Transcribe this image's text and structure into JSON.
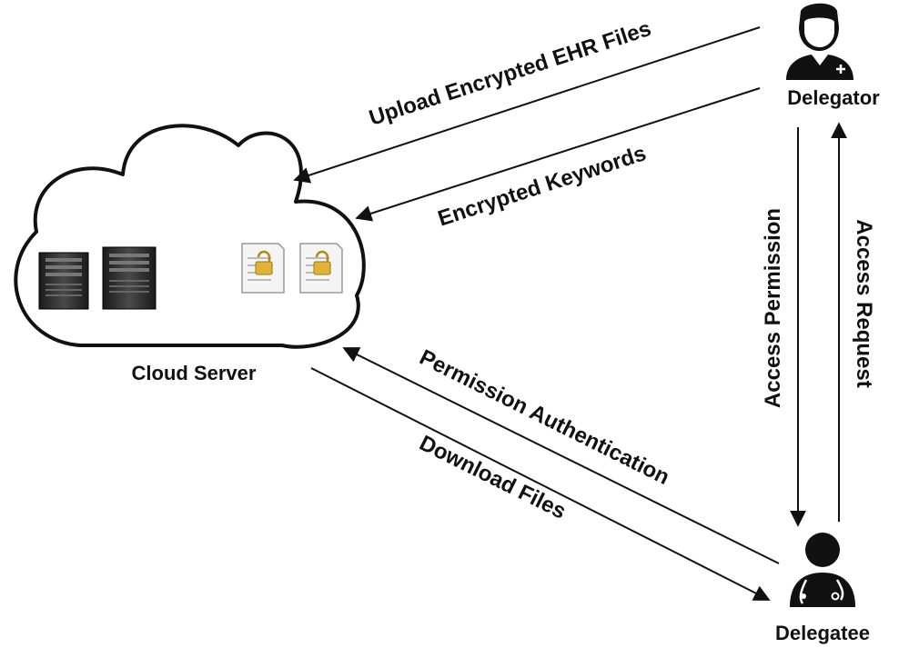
{
  "nodes": {
    "cloud": {
      "label": "Cloud Server",
      "icon": "cloud-icon"
    },
    "delegator": {
      "label": "Delegator",
      "icon": "user-plus-icon"
    },
    "delegatee": {
      "label": "Delegatee",
      "icon": "doctor-icon"
    }
  },
  "edges": {
    "upload": {
      "label": "Upload Encrypted EHR Files"
    },
    "keywords": {
      "label": "Encrypted Keywords"
    },
    "permission_auth": {
      "label": "Permission Authentication"
    },
    "download": {
      "label": "Download Files"
    },
    "access_permission": {
      "label": "Access Permission"
    },
    "access_request": {
      "label": "Access Request"
    }
  },
  "icons": {
    "server": "server-tower-icon",
    "encrypted_file": "encrypted-file-icon"
  },
  "colors": {
    "stroke": "#111111",
    "lock": "#e0b23a"
  }
}
